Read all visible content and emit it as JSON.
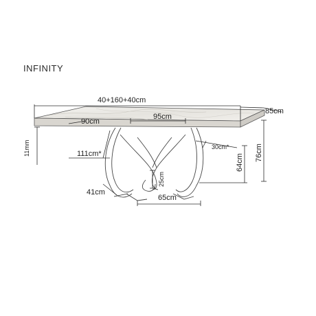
{
  "product": {
    "name": "INFINITY"
  },
  "dimensions": {
    "total_length": "40+160+40cm",
    "depth": "85cm",
    "inner_width": "90cm",
    "inner_length": "95cm",
    "top_thickness": "11mm",
    "base_length_extended": "111cm*",
    "overhang": "30cm*",
    "leg_height_inner": "25cm",
    "base_height": "64cm",
    "total_height": "76cm",
    "foot_depth": "41cm",
    "foot_length": "65cm"
  },
  "colors": {
    "marble": "#eceae6",
    "line": "#2b2b2b"
  }
}
